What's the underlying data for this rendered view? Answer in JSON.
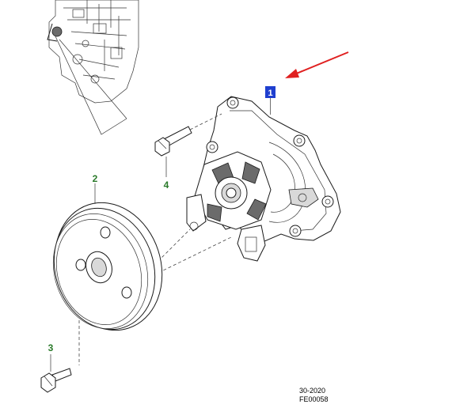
{
  "callouts": {
    "pump": "1",
    "pulley": "2",
    "pulley_bolt": "3",
    "pump_bolt": "4"
  },
  "footer": {
    "section_code": "30-2020",
    "figure_code": "FE00058"
  },
  "colors": {
    "callout_text": "#2a7a2a",
    "selected_highlight": "#1f3fcf",
    "arrow": "#e02020",
    "line": "#1a1a1a"
  }
}
